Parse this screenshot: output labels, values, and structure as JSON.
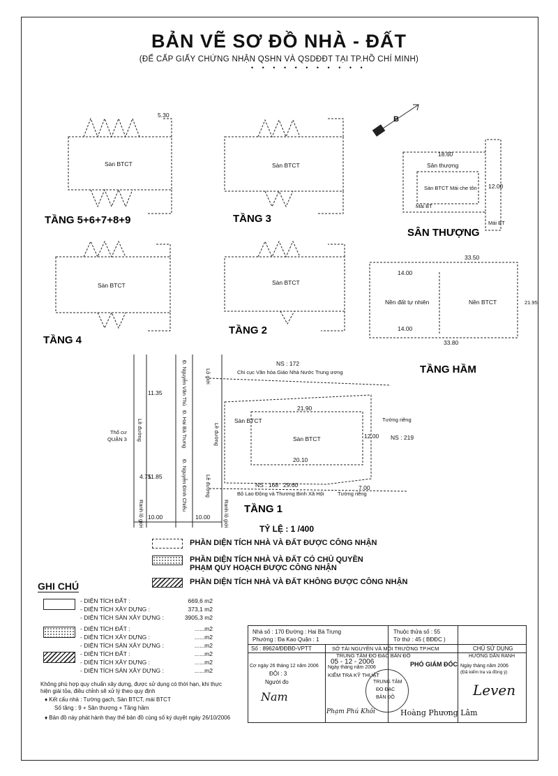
{
  "header": {
    "title": "BẢN VẼ SƠ ĐỒ NHÀ - ĐẤT",
    "subtitle": "(ĐỂ CẤP GIẤY CHỨNG NHẬN QSHN VÀ QSDĐĐT TẠI TP.HỒ CHÍ MINH)",
    "dots": "• • • • • • • • • • •"
  },
  "floors": {
    "f5_9": "TẦNG 5+6+7+8+9",
    "f3": "TẦNG 3",
    "roof": "SÂN THƯỢNG",
    "f4": "TẦNG 4",
    "f2": "TẦNG 2",
    "basement": "TẦNG HẦM",
    "f1": "TẦNG 1"
  },
  "plan_labels": {
    "san_btct": "Sàn BTCT",
    "san_thuong": "Sân thượng",
    "san_btct_mai_che_ton": "Sàn BTCT Mái che tôn",
    "mai_bt": "Mái BT",
    "nen_dat_tu_nhien": "Nền đất tự nhiên",
    "nen_btct": "Nền BTCT",
    "north": "B",
    "dim_21_90": "21.90",
    "dim_20_10": "20.10",
    "dim_12_00": "12.00",
    "dim_14_00": "14.00",
    "dim_33_50": "33.50",
    "dim_33_80": "33.80",
    "dim_21_95": "21.95",
    "dim_11_35": "11.35",
    "dim_11_85": "11.85",
    "dim_10_00": "10.00",
    "dim_4_75": "4.75",
    "dim_29_60": "29.60",
    "dim_7_00": "7.00",
    "dim_18_60": "18.60",
    "dim_12_00b": "12.00",
    "dim_5_30": "5.30",
    "ns_172": "NS : 172",
    "ns_219": "NS : 219",
    "ns_168": "NS : 168",
    "ns_172_desc": "Chi cục Văn hóa Giáo Nhà Nước Trung ương",
    "ns_168_desc": "Bộ Lao Động và Thương Binh Xã Hội",
    "tuong_rieng_1": "Tường riêng",
    "tuong_rieng_2": "Tường riêng",
    "lo_gioi": "Lộ giới",
    "le_duong_1": "Lề đường",
    "le_duong_2": "Lề đường",
    "le_duong_3": "Lề đường",
    "street_hai_ba_trung": "Đ. Hai Bà Trưng",
    "street_nguyen_van_thu": "Đ. Nguyễn Văn Thủ",
    "street_nguyen_dinh_chieu": "Đ. Nguyễn Đình Chiểu",
    "tho_cu": "Thổ cư",
    "quan_3": "QUẬN 3",
    "ranh_lo_gioi_1": "Ranh lộ giới",
    "ranh_lo_gioi_2": "Ranh lộ giới",
    "scale": "TỶ LỆ : 1 /400"
  },
  "legend": [
    "PHẦN DIỆN TÍCH NHÀ VÀ ĐẤT ĐƯỢC CÔNG NHẬN",
    "PHẦN DIỆN TÍCH NHÀ VÀ ĐẤT CÓ CHỦ QUYỀN",
    "PHẠM QUY HOẠCH ĐƯỢC CÔNG NHẬN",
    "PHẦN DIỆN TÍCH NHÀ VÀ ĐẤT KHÔNG ĐƯỢC CÔNG NHẬN"
  ],
  "notes": {
    "title": "GHI CHÚ",
    "g1": [
      {
        "label": "- DIỆN TÍCH ĐẤT :",
        "value": "669,6 m2"
      },
      {
        "label": "- DIỆN TÍCH XÂY DỰNG :",
        "value": "373,1 m2"
      },
      {
        "label": "- DIỆN TÍCH SÀN XÂY DỰNG :",
        "value": "3905,3 m2"
      }
    ],
    "g2": [
      {
        "label": "- DIỆN TÍCH ĐẤT :",
        "value": "......m2"
      },
      {
        "label": "- DIỆN TÍCH XÂY DỰNG :",
        "value": "......m2"
      },
      {
        "label": "- DIỆN TÍCH SÀN XÂY DỰNG :",
        "value": "......m2"
      }
    ],
    "g3": [
      {
        "label": "- DIỆN TÍCH ĐẤT :",
        "value": "......m2"
      },
      {
        "label": "- DIỆN TÍCH XÂY DỰNG :",
        "value": "......m2"
      },
      {
        "label": "- DIỆN TÍCH SÀN XÂY DỰNG :",
        "value": "......m2"
      }
    ],
    "text1": "Không phù hợp quy chuẩn xây dựng, được sử dụng có thời hạn, khi thực",
    "text2": "hiện giải tỏa, điều chỉnh sẽ xử lý theo quy định",
    "text3": "♦  Kết cấu nhà : Tường gạch, Sàn BTCT, mái BTCT",
    "text4": "Số tầng : 9 + Sân thượng + Tầng hầm",
    "text5": "♦  Bản đồ này phát hành thay thế bản đồ cùng số ký duyệt ngày 26/10/2006"
  },
  "titleblock": {
    "address": "Nhà số : 170  Đường : Hai Bà Trưng",
    "ward": "Phường : Đa Kao   Quận : 1",
    "parcel": "Thuộc thửa số : 55",
    "sheet": "Tờ thứ : 45 ( BĐĐC )",
    "doc_no": "Số : 89624/ĐĐBĐ-VPTT",
    "dept1": "SỞ TÀI NGUYÊN VÀ MÔI TRƯỜNG TP.HCM",
    "dept2": "TRUNG TÂM ĐO ĐẠC BẢN ĐỒ",
    "owner": "CHỦ SỬ DỤNG",
    "owner2": "HƯỚNG DẪN RANH",
    "date_main": "05 - 12 - 2006",
    "role": "PHÓ GIÁM ĐỐC",
    "made_date": "Cơ ngày  26  tháng  12  năm 2006",
    "team": "ĐỘI : 3",
    "surveyor": "Người đo",
    "check_date": "Ngày      tháng      năm 2006",
    "check": "KIỂM TRA KỸ THUẬT",
    "owner_date": "Ngày      tháng      năm 2006",
    "owner_note": "(Đã kiểm tra và đồng ý)",
    "stamp1": "TRUNG TÂM",
    "stamp2": "ĐO ĐẠC",
    "stamp3": "BẢN ĐỒ",
    "checker_name": "Phạm Phú Khôi",
    "signer_name": "Hoàng Phương Lâm",
    "sig_surveyor": "Nam",
    "sig_owner": "Leven"
  }
}
